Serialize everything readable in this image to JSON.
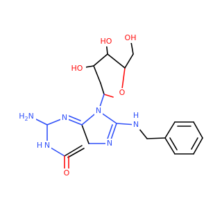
{
  "colors": {
    "background": "#ffffff",
    "carbon_bond": "#000000",
    "nitrogen": "#3050F8",
    "oxygen": "#FF0D0D"
  },
  "atoms": {
    "oh_top": "HO",
    "oh_left": "HO",
    "oh_right": "OH",
    "o_ring": "O",
    "n9": "N",
    "n3": "N",
    "nh2": "H2N",
    "n1h_n": "N",
    "n1h_h": "H",
    "carbonyl_o": "O",
    "n7": "N",
    "nh_link_n": "N",
    "nh_link_h": "H"
  }
}
